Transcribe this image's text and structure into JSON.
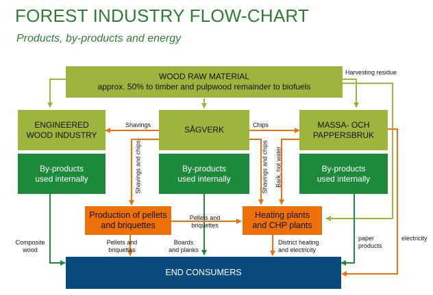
{
  "header": {
    "title": "FOREST INDUSTRY FLOW-CHART",
    "subtitle": "Products, by-products and energy"
  },
  "nodes": {
    "raw_material": {
      "line1": "WOOD RAW MATERIAL",
      "line2": "approx. 50% to timber and pulpwood remainder to biofuels"
    },
    "engineered": {
      "line1": "ENGINEERED",
      "line2": "WOOD INDUSTRY"
    },
    "sagverk": {
      "line1": "SÅGVERK"
    },
    "massa": {
      "line1": "MASSA- OCH",
      "line2": "PAPPERSBRUK"
    },
    "byproducts_left": {
      "line1": "By-products",
      "line2": "used internally"
    },
    "byproducts_mid": {
      "line1": "By-products",
      "line2": "used internally"
    },
    "byproducts_right": {
      "line1": "By-products",
      "line2": "used internally"
    },
    "pellets": {
      "line1": "Production of pellets",
      "line2": "and briquettes"
    },
    "heating": {
      "line1": "Heating plants",
      "line2": "and CHP plants"
    },
    "end_consumers": {
      "line1": "END CONSUMERS"
    }
  },
  "labels": {
    "harvesting_residue": "Harvesting residue",
    "shavings": "Shavings",
    "chips": "Chips",
    "shavings_chips_left": "Shavings and chips",
    "shavings_chips_right": "Shavings and chips",
    "bark_hot_water": "Bark, hot water",
    "pellets_briquettes_mid_1": "Pellets and",
    "pellets_briquettes_mid_2": "briquettes",
    "composite_wood_1": "Composite",
    "composite_wood_2": "wood",
    "pellets_briquettes_low_1": "Pellets and",
    "pellets_briquettes_low_2": "briquettes",
    "boards_planks_1": "Boards",
    "boards_planks_2": "and planks",
    "district_heating_1": "District heating",
    "district_heating_2": "and electricity",
    "paper_products_1": "paper",
    "paper_products_2": "products",
    "electricity": "electricity"
  },
  "colors": {
    "olive": "#9bb53d",
    "green": "#1c8a3a",
    "orange": "#ee7008",
    "navy": "#0b4a7d",
    "title": "#2e7d32"
  }
}
